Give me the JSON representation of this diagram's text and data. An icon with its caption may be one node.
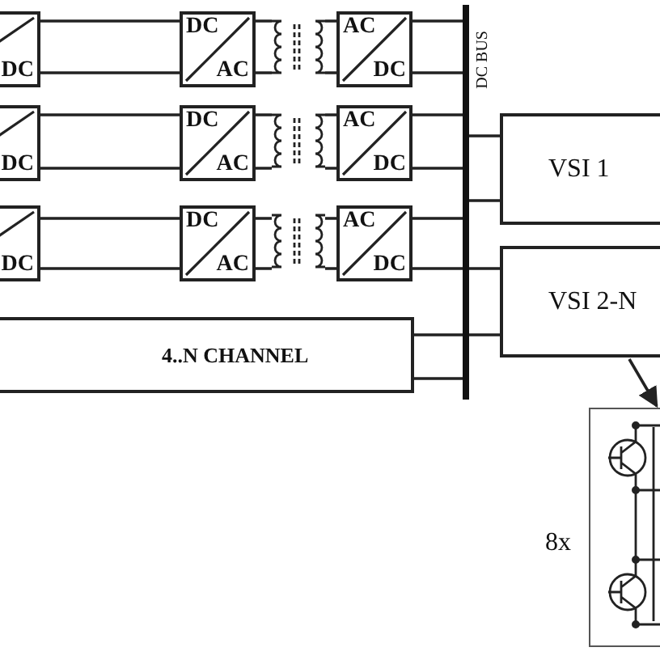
{
  "diagram": {
    "nodes": [
      {
        "text": [
          "DC"
        ]
      },
      {
        "text": [
          "DC",
          "AC"
        ]
      },
      {
        "text": [],
        "shape": "transformer"
      },
      {
        "text": [
          "AC",
          "DC"
        ]
      },
      {
        "text": [
          "DC BUS"
        ]
      },
      {
        "text": [
          "DC"
        ]
      },
      {
        "text": [
          "DC",
          "AC"
        ]
      },
      {
        "text": [],
        "shape": "transformer"
      },
      {
        "text": [
          "AC",
          "DC"
        ]
      },
      {
        "text": [
          "VSI 1"
        ]
      },
      {
        "text": [
          "DC"
        ]
      },
      {
        "text": [
          "DC",
          "AC"
        ]
      },
      {
        "text": [],
        "shape": "transformer"
      },
      {
        "text": [
          "AC",
          "DC"
        ]
      },
      {
        "text": [
          "VSI 2-N"
        ]
      },
      {
        "text": [
          "4..N CHANNEL"
        ]
      },
      {
        "text": [],
        "shape": "box",
        "beside": [
          "8x"
        ]
      }
    ],
    "edges": [
      {
        "from": 0,
        "to": 1,
        "arrow": "none"
      },
      {
        "from": 1,
        "to": 2,
        "arrow": "none"
      },
      {
        "from": 2,
        "to": 3,
        "arrow": "none"
      },
      {
        "from": 3,
        "to": 4,
        "arrow": "none"
      },
      {
        "from": 5,
        "to": 6,
        "arrow": "none"
      },
      {
        "from": 6,
        "to": 7,
        "arrow": "none"
      },
      {
        "from": 7,
        "to": 8,
        "arrow": "none"
      },
      {
        "from": 8,
        "to": 4,
        "arrow": "none"
      },
      {
        "from": 4,
        "to": 9,
        "arrow": "none"
      },
      {
        "from": 10,
        "to": 11,
        "arrow": "none"
      },
      {
        "from": 11,
        "to": 12,
        "arrow": "none"
      },
      {
        "from": 12,
        "to": 13,
        "arrow": "none"
      },
      {
        "from": 13,
        "to": 4,
        "arrow": "none"
      },
      {
        "from": 4,
        "to": 14,
        "arrow": "none"
      },
      {
        "from": 15,
        "to": 4,
        "arrow": "none"
      },
      {
        "from": 14,
        "to": 16,
        "arrow": "to"
      }
    ]
  }
}
